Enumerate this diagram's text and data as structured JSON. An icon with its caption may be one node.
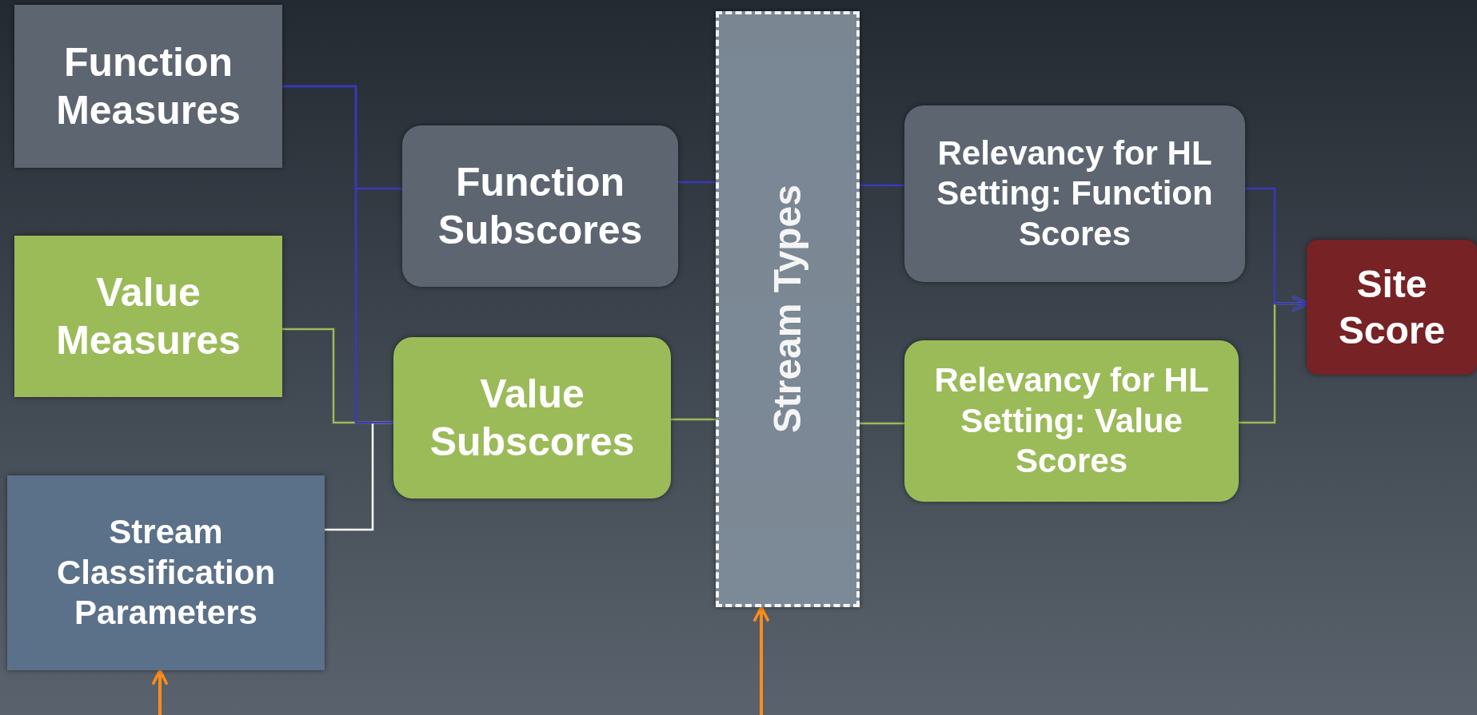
{
  "diagram": {
    "nodes": [
      {
        "text": [
          "Function Measures"
        ]
      },
      {
        "text": [
          "Value Measures"
        ]
      },
      {
        "text": [
          "Stream Classification Parameters"
        ]
      },
      {
        "text": [
          "Function Subscores"
        ]
      },
      {
        "text": [
          "Value Subscores"
        ]
      },
      {
        "text": [
          "Stream Types"
        ]
      },
      {
        "text": [
          "Relevancy for HL Setting: Function Scores"
        ]
      },
      {
        "text": [
          "Relevancy for HL Setting: Value Scores"
        ]
      },
      {
        "text": [
          "Site Score"
        ]
      }
    ],
    "edges": [
      {
        "from": 0,
        "to": 3,
        "arrow": "none",
        "color": "#3a3ab8"
      },
      {
        "from": 0,
        "to": 4,
        "arrow": "none",
        "color": "#3a3ab8"
      },
      {
        "from": 1,
        "to": 4,
        "arrow": "none",
        "color": "#9bbb59"
      },
      {
        "from": 2,
        "to": 4,
        "arrow": "none",
        "color": "#ffffff"
      },
      {
        "from": 3,
        "to": 5,
        "arrow": "none",
        "color": "#3a3ab8"
      },
      {
        "from": 5,
        "to": 6,
        "arrow": "none",
        "color": "#3a3ab8"
      },
      {
        "from": 4,
        "to": 5,
        "arrow": "none",
        "color": "#9bbb59"
      },
      {
        "from": 5,
        "to": 7,
        "arrow": "none",
        "color": "#9bbb59"
      },
      {
        "from": 6,
        "to": 8,
        "arrow": "to",
        "color": "#3a3ab8"
      },
      {
        "from": 7,
        "to": 8,
        "arrow": "to",
        "color": "#9bbb59"
      },
      {
        "from": null,
        "to": 2,
        "arrow": "to",
        "color": "#ff8c1a"
      },
      {
        "from": null,
        "to": 5,
        "arrow": "to",
        "color": "#ff8c1a"
      }
    ]
  }
}
